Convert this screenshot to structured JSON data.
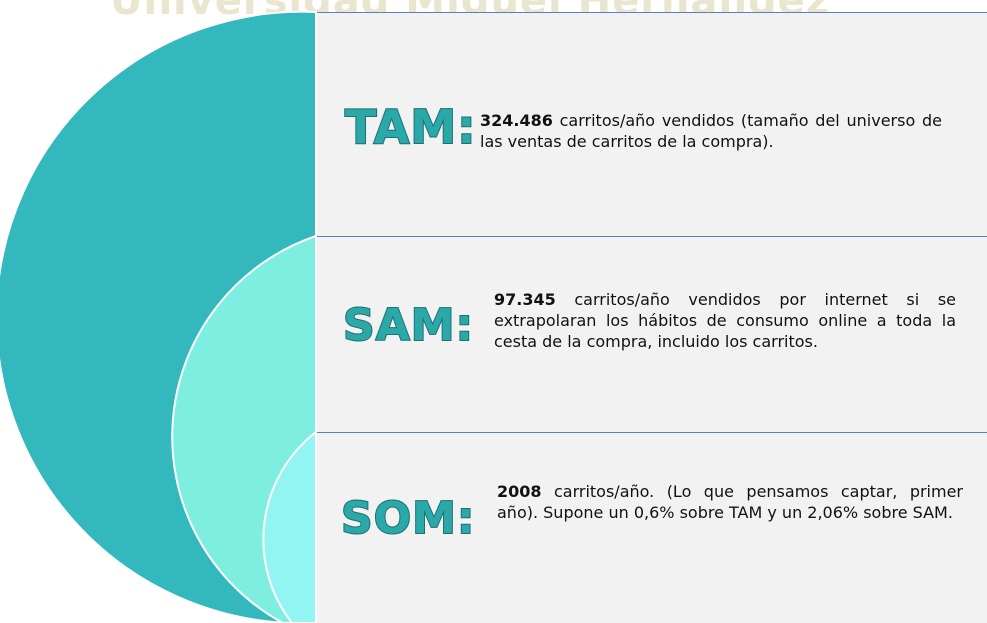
{
  "watermark": "Universidad Miguel Hernández",
  "colors": {
    "outer": "#33b8bd",
    "middle": "#7eeee0",
    "inner": "#93f5f1",
    "divider": "#5b7ec7",
    "panel": "#f2f2f2"
  },
  "items": [
    {
      "label": "TAM:",
      "value": "324.486",
      "text": " carritos/año vendidos (tamaño del universo de las ventas de carritos de la compra)."
    },
    {
      "label": "SAM:",
      "value": "97.345",
      "text": " carritos/año vendidos por internet si se extrapolaran los hábitos de consumo online a toda la cesta de la compra, incluido los carritos."
    },
    {
      "label": "SOM:",
      "value": "2008",
      "text": " carritos/año. (Lo que pensamos captar, primer año). Supone un 0,6% sobre TAM y un 2,06% sobre SAM."
    }
  ]
}
